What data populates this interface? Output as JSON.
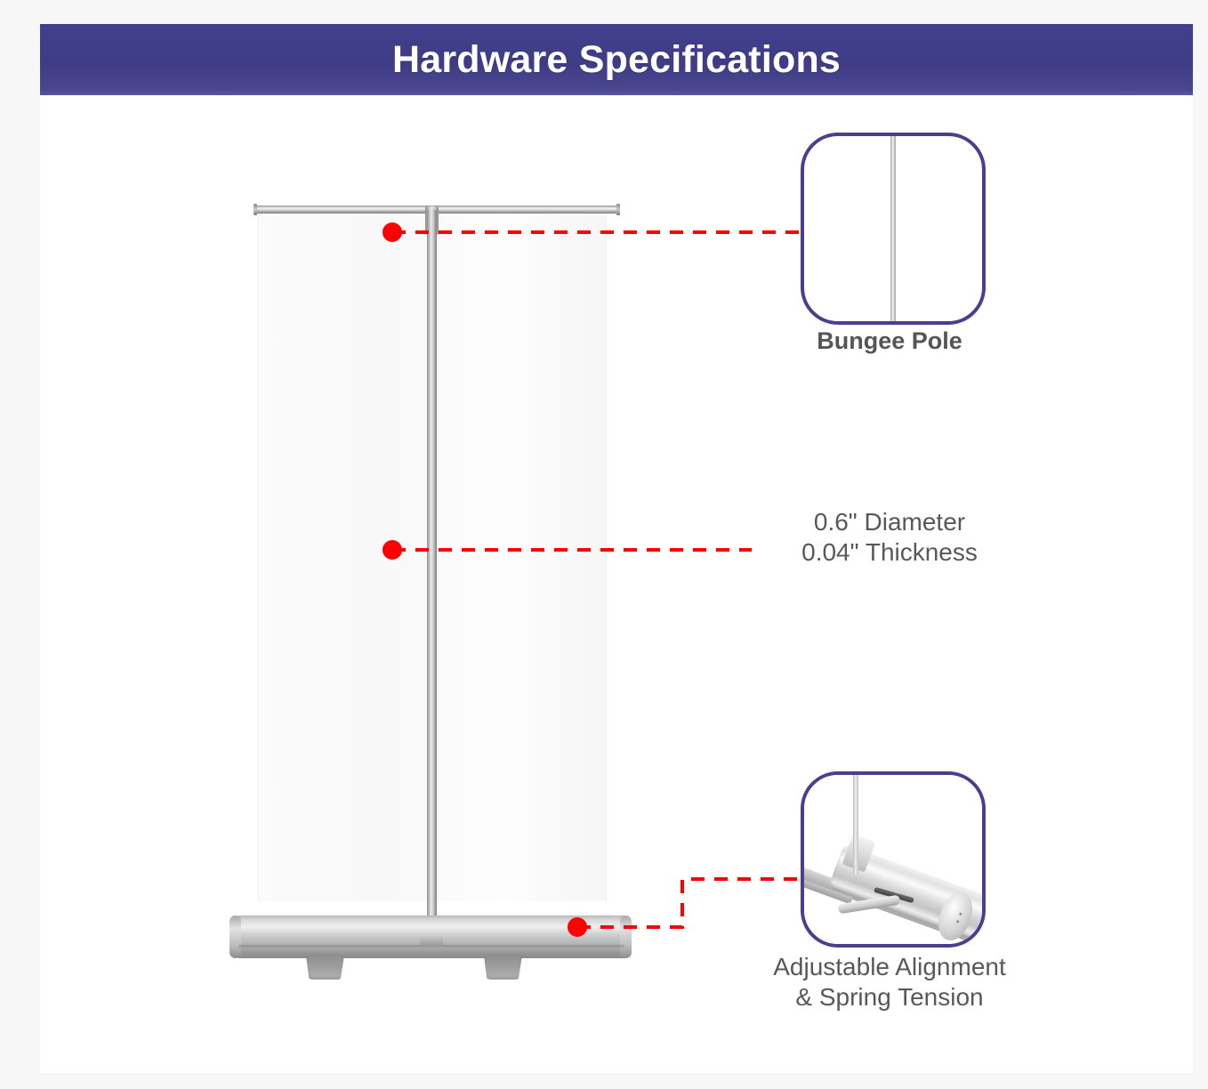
{
  "header": {
    "title": "Hardware Specifications",
    "bg_color": "#3e3c85",
    "text_color": "#ffffff"
  },
  "page": {
    "background": "#f7f7f8",
    "card_background": "#ffffff"
  },
  "accent": {
    "callout_border": "#4a3f8f",
    "connector": "#ff0000",
    "label_text": "#555555"
  },
  "diagram": {
    "product": "roll-up banner stand",
    "parts": {
      "top_rail": "top-rail",
      "pole": "bungee-pole",
      "banner": "banner-panel",
      "base": "base-cassette",
      "feet": "stabilizer-feet"
    }
  },
  "callouts": [
    {
      "id": "bungee-pole",
      "label": "Bungee Pole",
      "image": "bungee-pole-closeup"
    },
    {
      "id": "pole-dimensions",
      "label": "0.6\" Diameter\n0.04\" Thickness",
      "image": null
    },
    {
      "id": "base-hardware",
      "label": "Adjustable Alignment\n& Spring Tension",
      "image": "base-rail-closeup"
    }
  ]
}
